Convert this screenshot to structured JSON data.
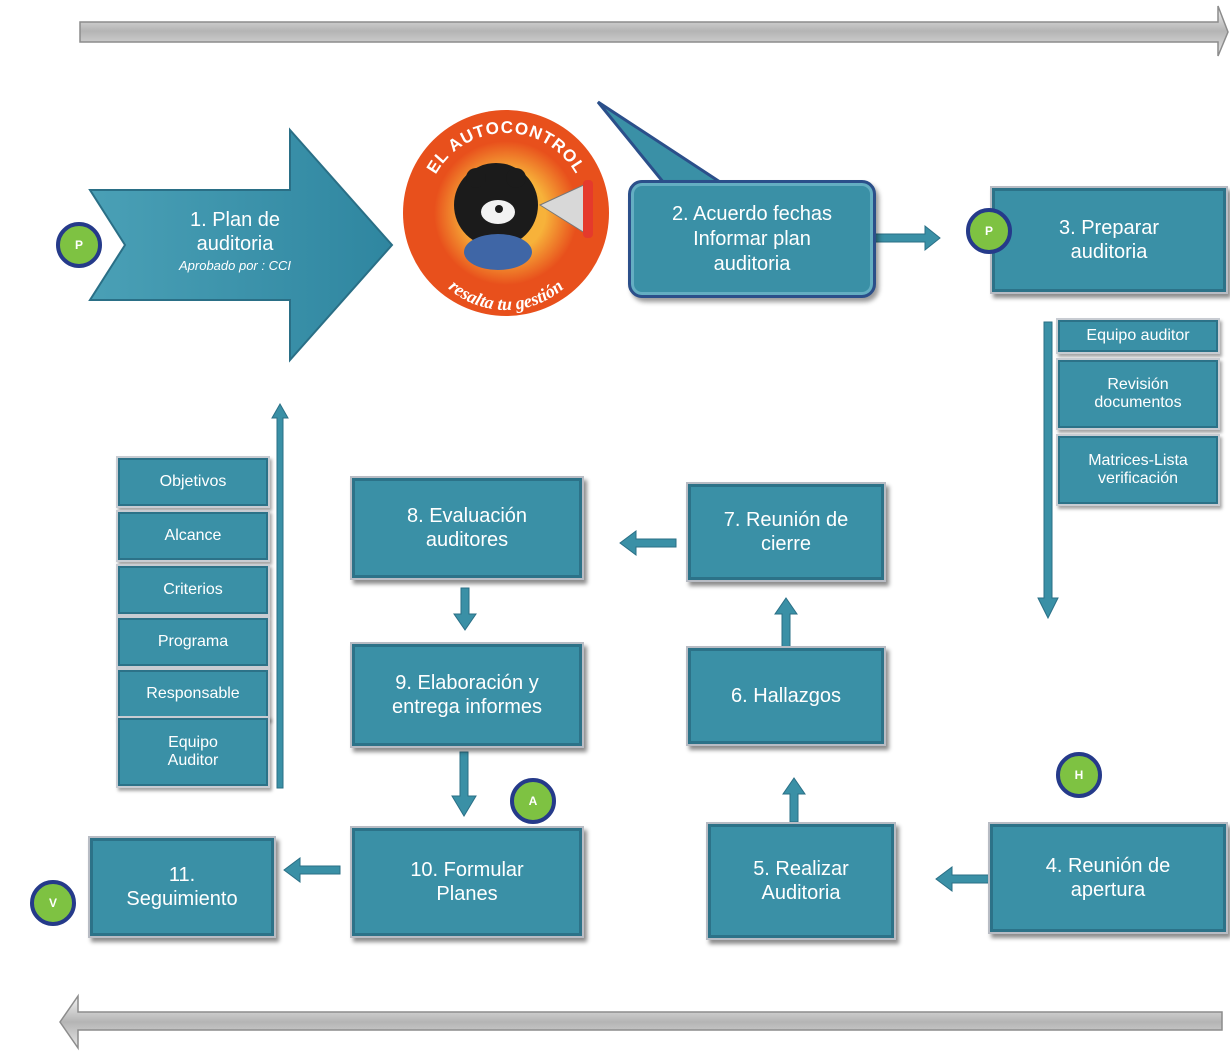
{
  "logo": {
    "top_text": "EL AUTOCONTROL",
    "bottom_text": "resalta tu gestión"
  },
  "plan": {
    "title": "1. Plan de\nauditoria",
    "subtitle": "Aprobado por : CCI"
  },
  "steps": {
    "s2": "2. Acuerdo fechas\nInformar plan\nauditoria",
    "s3": "3. Preparar\nauditoria",
    "s4": "4. Reunión de\napertura",
    "s5": "5. Realizar\nAuditoria",
    "s6": "6. Hallazgos",
    "s7": "7. Reunión de\ncierre",
    "s8": "8. Evaluación\nauditores",
    "s9": "9. Elaboración y\nentrega informes",
    "s10": "10. Formular\nPlanes",
    "s11": "11.\nSeguimiento"
  },
  "prep_items": [
    "Equipo auditor",
    "Revisión\ndocumentos",
    "Matrices-Lista\nverificación"
  ],
  "plan_items": [
    "Objetivos",
    "Alcance",
    "Criterios",
    "Programa",
    "Responsable",
    "Equipo\nAuditor"
  ],
  "badges": {
    "plan": "P",
    "prepare": "P",
    "do": "H",
    "act": "A",
    "verify": "V"
  },
  "colors": {
    "box": "#3a90a6",
    "box_border": "#2c7288",
    "badge_fill": "#7ec242",
    "badge_ring": "#253a8a",
    "logo_orange": "#e8501c"
  }
}
